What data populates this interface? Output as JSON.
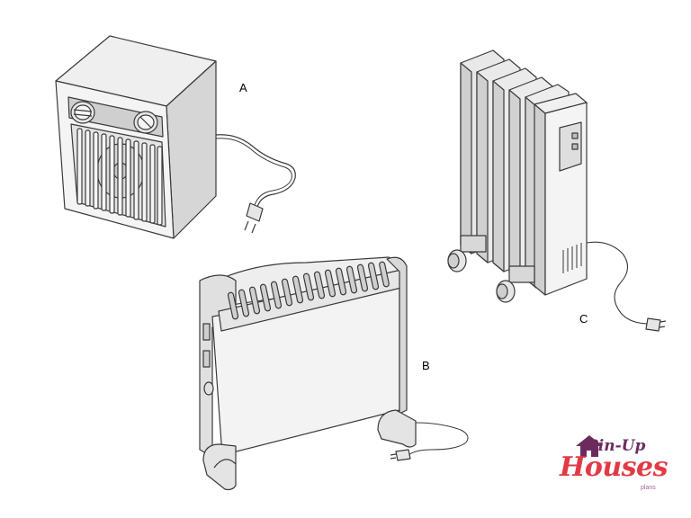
{
  "labels": {
    "a": "A",
    "b": "B",
    "c": "C"
  },
  "logo": {
    "line1": "Pin-Up",
    "line2": "Houses",
    "line3": "plans"
  },
  "colors": {
    "line": "#3a3a3a",
    "face_light": "#f2f2f2",
    "face_mid": "#e2e2e2",
    "face_dark": "#cfcfcf",
    "logo_red": "#e23a45",
    "logo_purple": "#6b2c5d"
  }
}
